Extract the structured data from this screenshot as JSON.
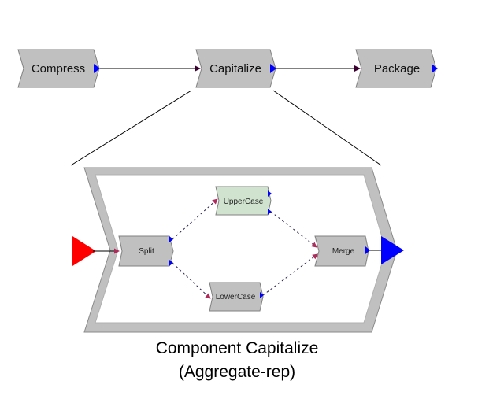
{
  "pipeline": {
    "stages": [
      {
        "label": "Compress"
      },
      {
        "label": "Capitalize"
      },
      {
        "label": "Package"
      }
    ]
  },
  "aggregate": {
    "components": {
      "split": "Split",
      "upper": "UpperCase",
      "lower": "LowerCase",
      "merge": "Merge"
    },
    "caption_line1": "Component Capitalize",
    "caption_line2": "(Aggregate-rep)"
  },
  "colors": {
    "component_fill": "#c0c0c0",
    "highlight_fill": "#cfe3cf",
    "input_port": "#ff0000",
    "output_port": "#0000ff",
    "dashed_link": "#2a2050"
  }
}
